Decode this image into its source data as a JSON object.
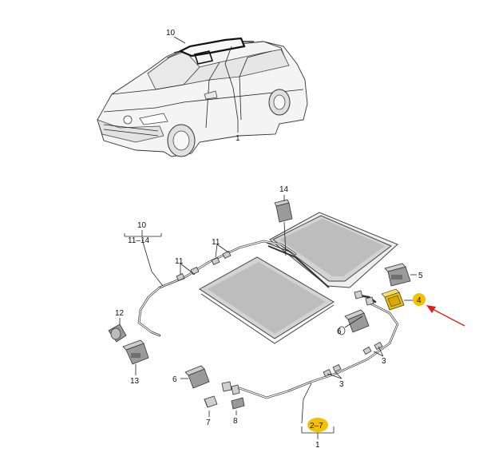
{
  "labels": {
    "l10_top": "10",
    "l1_car": "1",
    "l14": "14",
    "l10_side": "10",
    "l11_14": "11–14",
    "l11_a": "11",
    "l11_b": "11",
    "l5": "5",
    "l4": "4",
    "l6_right": "6",
    "l12": "12",
    "l13": "13",
    "l3_right": "3",
    "l3_bottom": "3",
    "l6_left": "6",
    "l7": "7",
    "l8": "8",
    "l2_7": "2–7",
    "l1_bottom": "1"
  },
  "colors": {
    "highlight": "#f2c200",
    "arrow": "#e0201b"
  },
  "highlighted_parts": [
    "2-7",
    "4"
  ]
}
